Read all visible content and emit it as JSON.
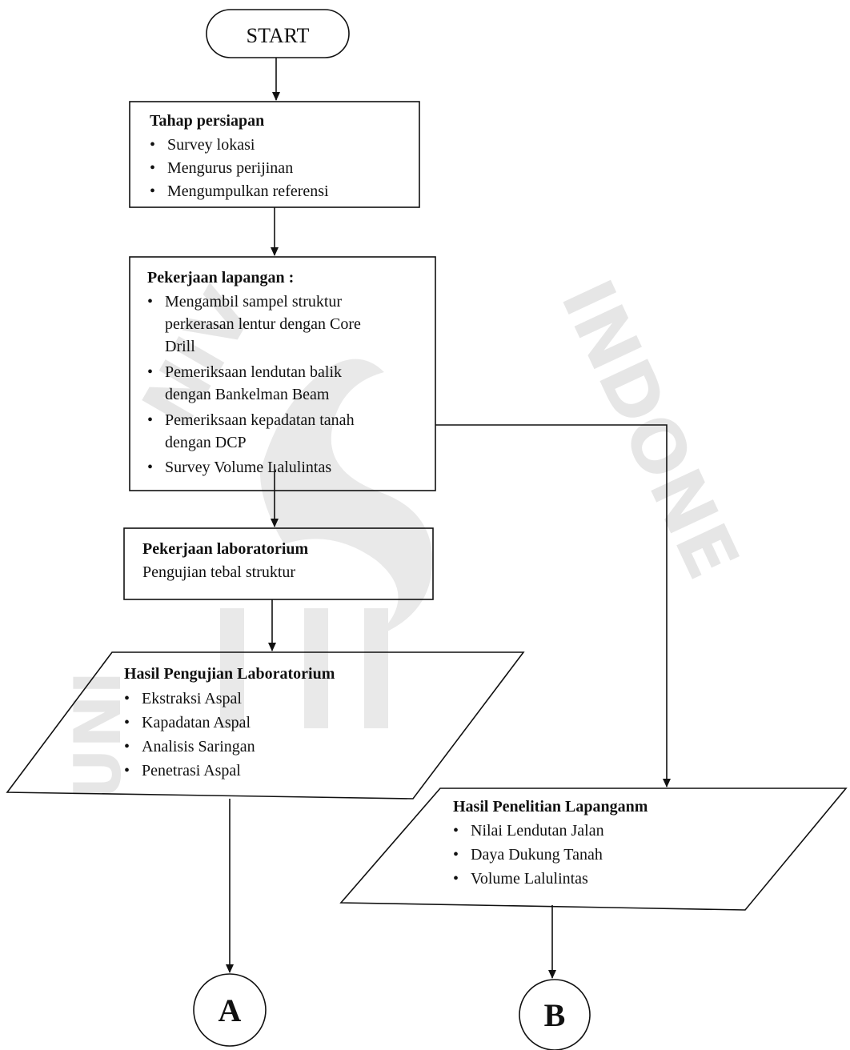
{
  "start": {
    "label": "START"
  },
  "box1": {
    "title": "Tahap persiapan",
    "items": [
      "Survey lokasi",
      "Mengurus perijinan",
      "Mengumpulkan referensi"
    ]
  },
  "box2": {
    "title": "Pekerjaan lapangan :",
    "items": [
      [
        "Mengambil sampel struktur",
        "perkerasan lentur dengan Core",
        "Drill"
      ],
      [
        "Pemeriksaan lendutan balik",
        "dengan Bankelman Beam"
      ],
      [
        "Pemeriksaan kepadatan tanah",
        "dengan DCP"
      ],
      [
        "Survey Volume Lalulintas"
      ]
    ]
  },
  "box3": {
    "title": "Pekerjaan laboratorium",
    "line": "Pengujian tebal struktur"
  },
  "para1": {
    "title": "Hasil Pengujian Laboratorium",
    "items": [
      "Ekstraksi Aspal",
      "Kapadatan Aspal",
      "Analisis Saringan",
      "Penetrasi Aspal"
    ]
  },
  "para2": {
    "title": "Hasil Penelitian Lapanganm",
    "items": [
      "Nilai Lendutan Jalan",
      "Daya Dukung Tanah",
      "Volume Lalulintas"
    ]
  },
  "connectorA": "A",
  "connectorB": "B",
  "bullet": "•"
}
